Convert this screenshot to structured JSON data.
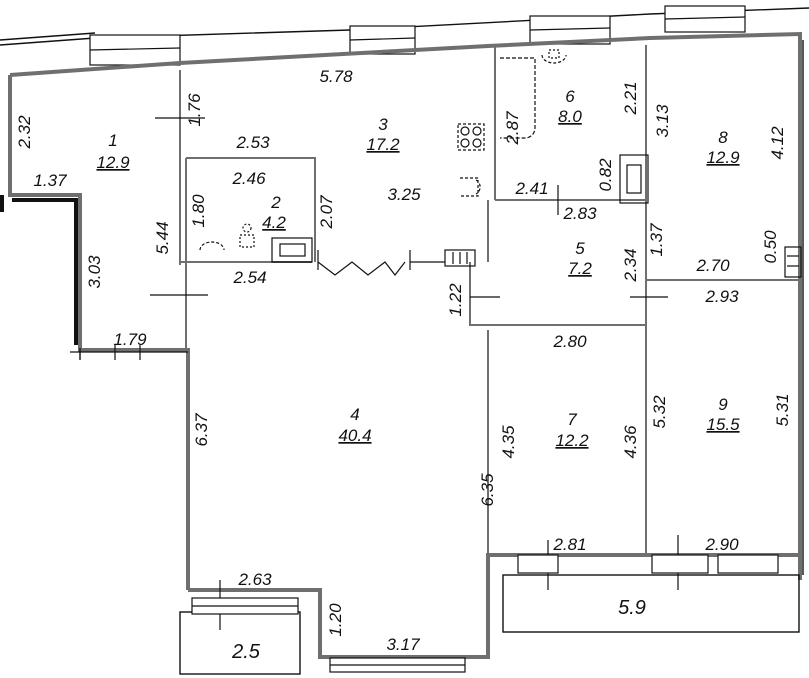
{
  "rooms": [
    {
      "number": "1",
      "area": "12.9"
    },
    {
      "number": "2",
      "area": "4.2"
    },
    {
      "number": "3",
      "area": "17.2"
    },
    {
      "number": "4",
      "area": "40.4"
    },
    {
      "number": "5",
      "area": "7.2"
    },
    {
      "number": "6",
      "area": "8.0"
    },
    {
      "number": "7",
      "area": "12.2"
    },
    {
      "number": "8",
      "area": "12.9"
    },
    {
      "number": "9",
      "area": "15.5"
    }
  ],
  "balconies": [
    {
      "area": "2.5"
    },
    {
      "area": "5.9"
    }
  ],
  "dimensions": {
    "d_5_78": "5.78",
    "d_2_32": "2.32",
    "d_1_37": "1.37",
    "d_1_76": "1.76",
    "d_2_53": "2.53",
    "d_2_46": "2.46",
    "d_1_80": "1.80",
    "d_5_44": "5.44",
    "d_2_07": "2.07",
    "d_3_25": "3.25",
    "d_2_87": "2.87",
    "d_2_21": "2.21",
    "d_2_41": "2.41",
    "d_0_82": "0.82",
    "d_2_83": "2.83",
    "d_3_13": "3.13",
    "d_4_12": "4.12",
    "d_1_37b": "1.37",
    "d_2_34": "2.34",
    "d_2_70": "2.70",
    "d_0_50": "0.50",
    "d_2_93": "2.93",
    "d_2_54": "2.54",
    "d_3_03": "3.03",
    "d_1_22": "1.22",
    "d_1_79": "1.79",
    "d_2_80": "2.80",
    "d_6_37": "6.37",
    "d_4_35": "4.35",
    "d_4_36": "4.36",
    "d_5_32": "5.32",
    "d_5_31": "5.31",
    "d_6_35": "6.35",
    "d_2_81": "2.81",
    "d_2_90": "2.90",
    "d_2_63": "2.63",
    "d_1_20": "1.20",
    "d_3_17": "3.17"
  }
}
